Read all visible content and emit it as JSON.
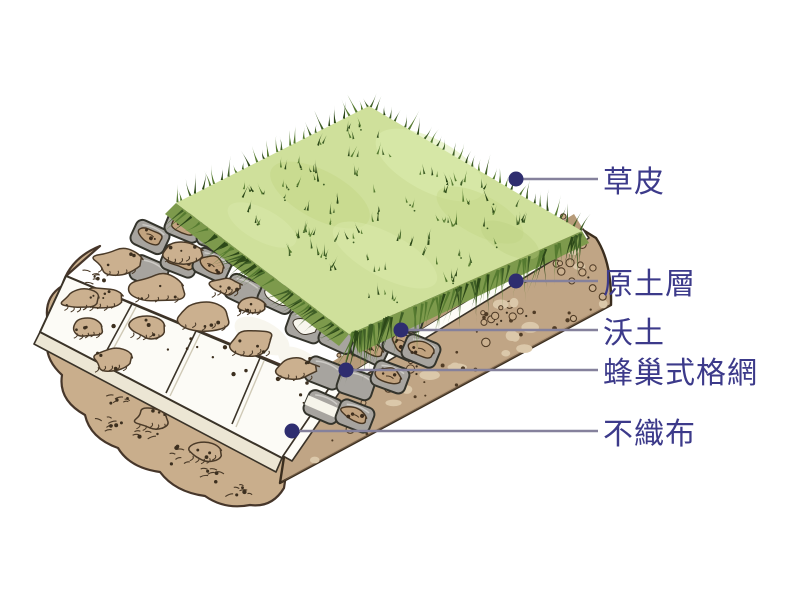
{
  "diagram": {
    "background": "#ffffff",
    "labels": [
      {
        "id": "turf",
        "text": "草皮"
      },
      {
        "id": "original-soil-layer",
        "text": "原土層"
      },
      {
        "id": "fertile-soil",
        "text": "沃土"
      },
      {
        "id": "honeycomb-geocell",
        "text": "蜂巢式格網"
      },
      {
        "id": "non-woven-fabric",
        "text": "不織布"
      }
    ],
    "label_color": "#3c3a8a",
    "leader_line_color": "#85819c",
    "dot_color": "#2e2d6f",
    "palette": {
      "grass_green": "#cfe09b",
      "grass_blade_dark": "#2c4818",
      "soil_tan": "#c0a585",
      "soil_outline": "#3a2d1e",
      "grid_grey": "#a7a49f",
      "fabric_white": "#fcfbf6"
    }
  }
}
